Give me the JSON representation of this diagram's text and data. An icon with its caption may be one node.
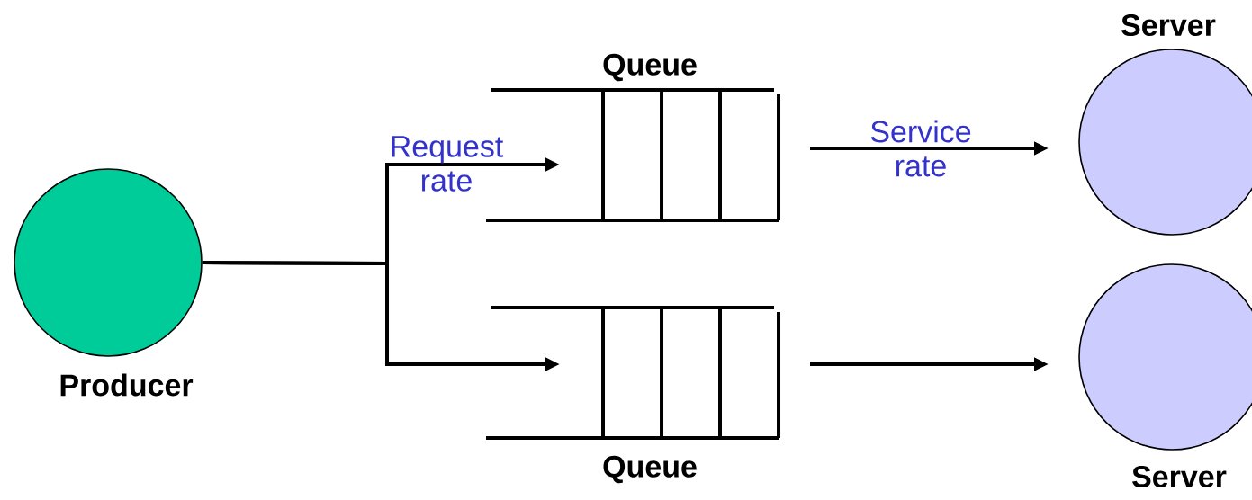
{
  "diagram": {
    "nodes": [
      {
        "text": [
          "Producer"
        ]
      },
      {
        "text": [
          "Queue"
        ]
      },
      {
        "text": [
          "Queue"
        ]
      },
      {
        "text": [
          "Server"
        ]
      },
      {
        "text": [
          "Server"
        ]
      }
    ],
    "edges": [
      {
        "from": 0,
        "to": 1,
        "arrow": "to",
        "label": "Request rate"
      },
      {
        "from": 0,
        "to": 2,
        "arrow": "to"
      },
      {
        "from": 1,
        "to": 3,
        "arrow": "to",
        "label": "Service rate"
      },
      {
        "from": 2,
        "to": 4,
        "arrow": "to"
      }
    ]
  }
}
